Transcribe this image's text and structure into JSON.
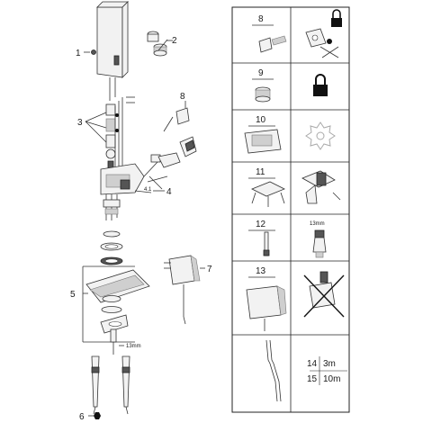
{
  "callouts": {
    "c1": "1",
    "c2": "2",
    "c3": "3",
    "c4": "4",
    "c41": "4.1",
    "c5": "5",
    "c6": "6",
    "c7": "7",
    "c8": "8",
    "c13mm": "13mm"
  },
  "table": {
    "r8": "8",
    "r9": "9",
    "r10": "10",
    "r11": "11",
    "r12": "12",
    "r12mm": "13mm",
    "r13": "13",
    "len14": "14",
    "len14val": "3m",
    "len15": "15",
    "len15val": "10m"
  },
  "icons": {
    "lock": "padlock-icon",
    "gear": "gear-icon",
    "crossed": "not-allowed-icon"
  }
}
